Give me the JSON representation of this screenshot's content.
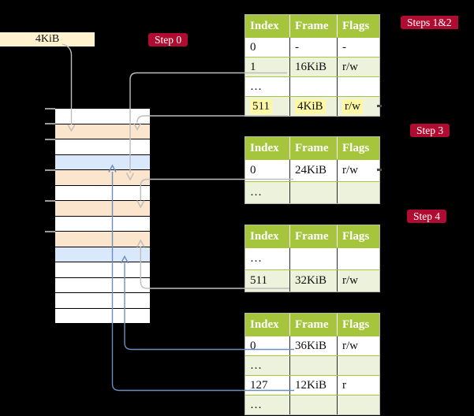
{
  "legend": {
    "label": "4KiB"
  },
  "badges": {
    "step0": "Step 0",
    "steps12": "Steps 1&2",
    "step3": "Step 3",
    "step4": "Step 4"
  },
  "colors": {
    "frame_box_cream": "#fff2cc",
    "frame_orange": "#fce5cd",
    "frame_blue": "#dae8fc",
    "table_header_green": "#a5c63c",
    "table_row_shade": "#edf2dc",
    "highlight_yellow": "#fcf8a3",
    "badge_red": "#b00c31",
    "arrow_gray": "#bdbdbd",
    "arrow_blue": "#6c8ebf"
  },
  "memory": {
    "rows": [
      {
        "color": "white"
      },
      {
        "color": "orange"
      },
      {
        "color": "white"
      },
      {
        "color": "blue"
      },
      {
        "color": "orange"
      },
      {
        "color": "white"
      },
      {
        "color": "orange"
      },
      {
        "color": "white"
      },
      {
        "color": "orange"
      },
      {
        "color": "blue"
      },
      {
        "color": "white"
      },
      {
        "color": "white"
      },
      {
        "color": "white"
      },
      {
        "color": "white"
      }
    ]
  },
  "tables": [
    {
      "name": "root-page-table",
      "headers": [
        "Index",
        "Frame",
        "Flags"
      ],
      "rows": [
        {
          "cells": [
            "0",
            "-",
            "-"
          ],
          "shaded": false,
          "highlighted": false
        },
        {
          "cells": [
            "1",
            "16KiB",
            "r/w"
          ],
          "shaded": true,
          "highlighted": false
        },
        {
          "cells": [
            "…",
            "",
            ""
          ],
          "shaded": false,
          "highlighted": false
        },
        {
          "cells": [
            "511",
            "4KiB",
            "r/w"
          ],
          "shaded": true,
          "highlighted": true
        }
      ]
    },
    {
      "name": "level-3-page-table",
      "headers": [
        "Index",
        "Frame",
        "Flags"
      ],
      "rows": [
        {
          "cells": [
            "0",
            "24KiB",
            "r/w"
          ],
          "shaded": false,
          "highlighted": false
        },
        {
          "cells": [
            "…",
            "",
            ""
          ],
          "shaded": true,
          "highlighted": false
        }
      ]
    },
    {
      "name": "level-2-page-table",
      "headers": [
        "Index",
        "Frame",
        "Flags"
      ],
      "rows": [
        {
          "cells": [
            "…",
            "",
            ""
          ],
          "shaded": false,
          "highlighted": false
        },
        {
          "cells": [
            "511",
            "32KiB",
            "r/w"
          ],
          "shaded": true,
          "highlighted": false
        }
      ]
    },
    {
      "name": "level-1-page-table",
      "headers": [
        "Index",
        "Frame",
        "Flags"
      ],
      "rows": [
        {
          "cells": [
            "0",
            "36KiB",
            "r/w"
          ],
          "shaded": false,
          "highlighted": false
        },
        {
          "cells": [
            "…",
            "",
            ""
          ],
          "shaded": true,
          "highlighted": false
        },
        {
          "cells": [
            "127",
            "12KiB",
            "r"
          ],
          "shaded": false,
          "highlighted": false
        },
        {
          "cells": [
            "…",
            "",
            ""
          ],
          "shaded": true,
          "highlighted": false
        }
      ]
    }
  ]
}
